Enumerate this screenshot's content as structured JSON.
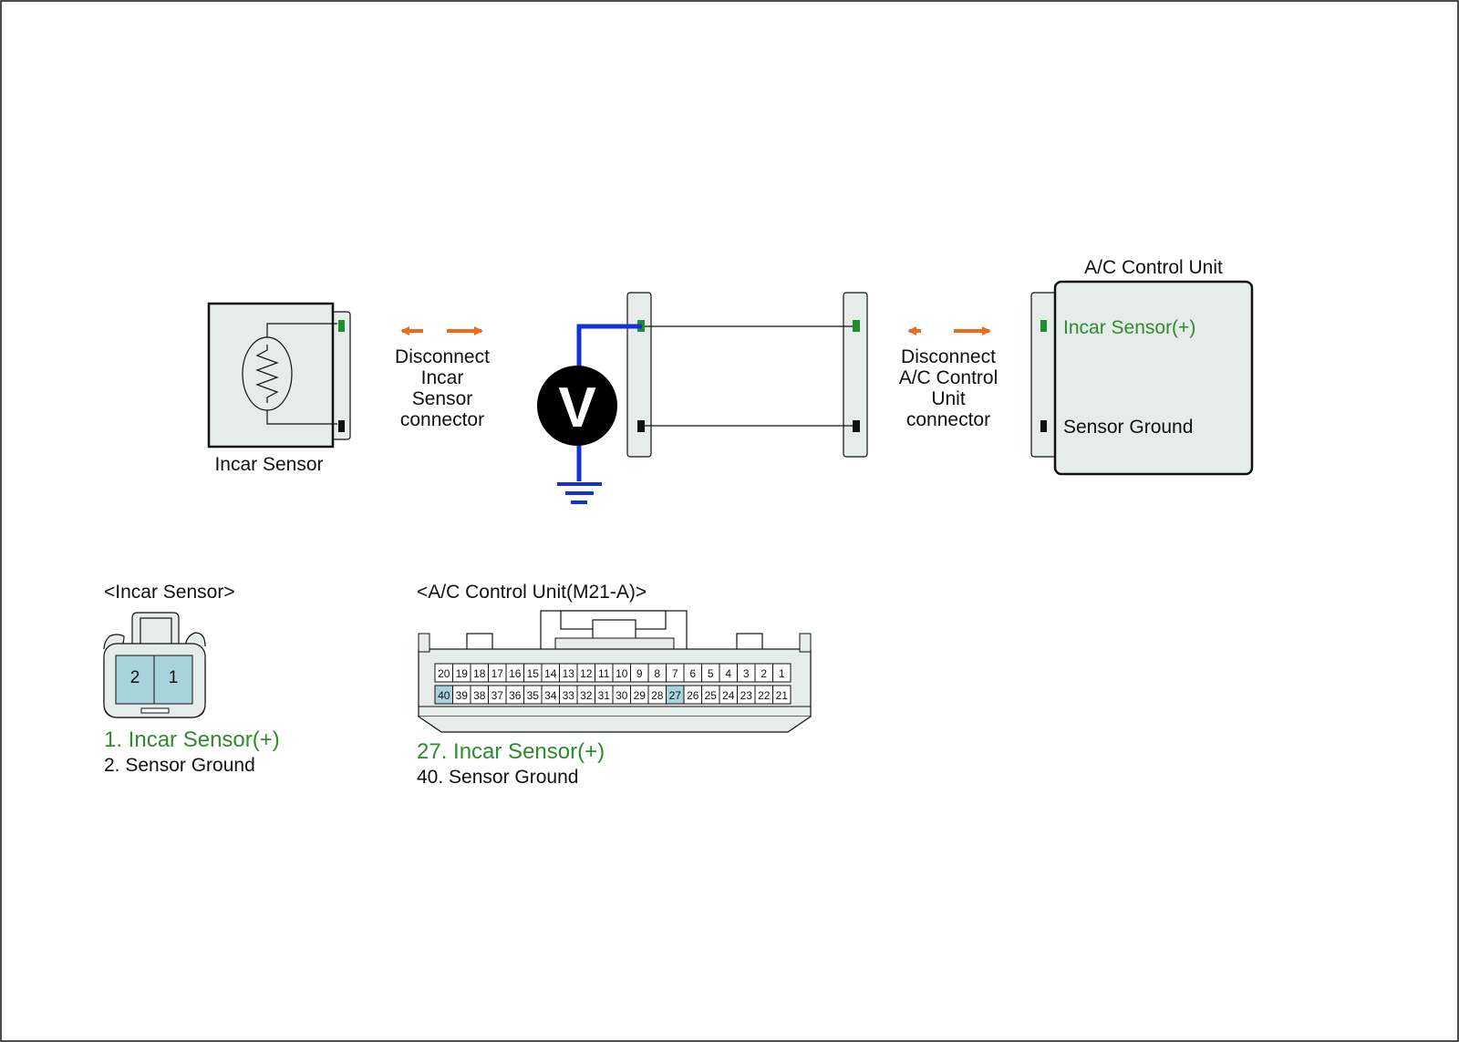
{
  "colors": {
    "panel_fill": "#e6ecea",
    "outline": "#111111",
    "green_pin": "#1f8f2a",
    "black_pin": "#111111",
    "probe_wire": "#1530d8",
    "arrow": "#f06a1e",
    "highlight_pin": "#a9d3da",
    "green_text": "#2e8b2e"
  },
  "schematic": {
    "incar_sensor_label": "Incar Sensor",
    "disconnect_left": [
      "Disconnect",
      "Incar",
      "Sensor",
      "connector"
    ],
    "voltmeter_symbol": "V",
    "disconnect_right": [
      "Disconnect",
      "A/C Control",
      "Unit",
      "connector"
    ],
    "control_unit_title": "A/C Control Unit",
    "control_unit_pin_top": "Incar Sensor(+)",
    "control_unit_pin_bottom": "Sensor Ground"
  },
  "incar_connector": {
    "title": "<Incar Sensor>",
    "pins": [
      "2",
      "1"
    ],
    "legend_green": "1. Incar Sensor(+)",
    "legend_black": "2. Sensor Ground"
  },
  "ac_connector": {
    "title": "<A/C Control Unit(M21-A)>",
    "top_row": [
      "20",
      "19",
      "18",
      "17",
      "16",
      "15",
      "14",
      "13",
      "12",
      "11",
      "10",
      "9",
      "8",
      "7",
      "6",
      "5",
      "4",
      "3",
      "2",
      "1"
    ],
    "bottom_row": [
      "40",
      "39",
      "38",
      "37",
      "36",
      "35",
      "34",
      "33",
      "32",
      "31",
      "30",
      "29",
      "28",
      "27",
      "26",
      "25",
      "24",
      "23",
      "22",
      "21"
    ],
    "highlighted": [
      "40",
      "27"
    ],
    "legend_green": "27. Incar Sensor(+)",
    "legend_black": "40. Sensor Ground"
  },
  "icons": [
    "resistor-icon",
    "voltmeter-icon",
    "ground-icon",
    "arrow-icon",
    "connector-icon"
  ]
}
